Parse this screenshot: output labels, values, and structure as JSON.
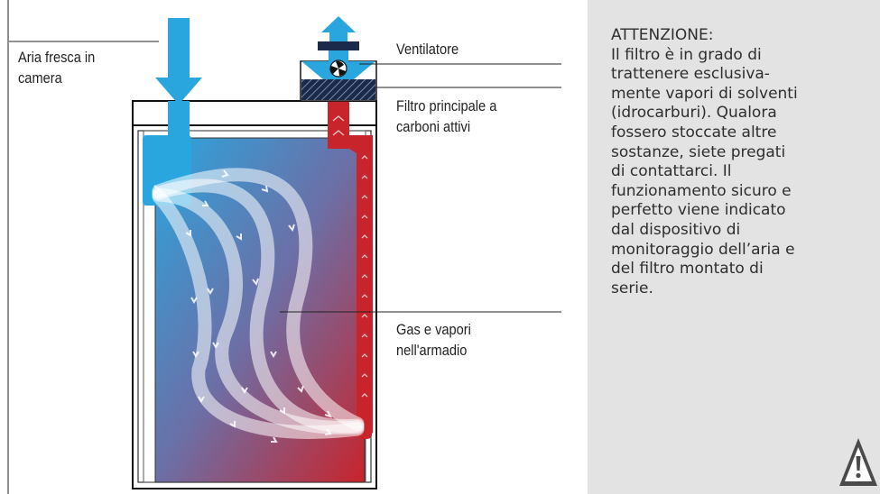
{
  "labels": {
    "fresh_air": [
      "Aria fresca in",
      "camera"
    ],
    "fan": "Ventilatore",
    "filter": [
      "Filtro principale a",
      "carboni attivi"
    ],
    "gas": [
      "Gas e vapori",
      "nell'armadio"
    ]
  },
  "notice": {
    "title": "ATTENZIONE:",
    "lines": [
      "Il filtro è in grado di",
      "trattenere esclusiva-",
      "mente vapori di solventi",
      "(idrocarburi). Qualora",
      "fossero stoccate altre",
      "sostanze, siete pregati",
      "di contattarci. Il",
      "funzionamento sicuro e",
      "perfetto viene indicato",
      "dal dispositivo di",
      "monitoraggio dell’aria e",
      "del filtro montato di",
      "serie."
    ]
  },
  "colors": {
    "fresh_air": "#2aa6df",
    "exhaust": "#c8242c",
    "panel": "#e3e3e3"
  },
  "icons": [
    "down-arrow-icon",
    "up-arrow-icon",
    "fan-icon",
    "warning-icon"
  ]
}
